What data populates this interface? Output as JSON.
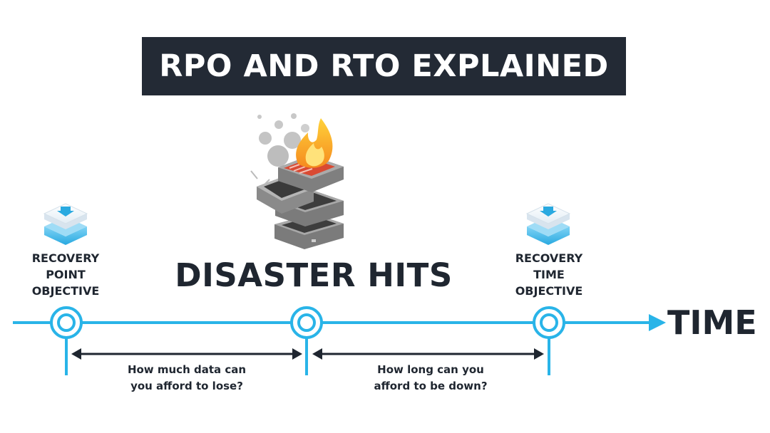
{
  "title": "RPO AND RTO EXPLAINED",
  "event_label": "DISASTER HITS",
  "axis_label": "TIME",
  "rpo": {
    "lines": [
      "RECOVERY",
      "POINT",
      "OBJECTIVE"
    ]
  },
  "rto": {
    "lines": [
      "RECOVERY",
      "TIME",
      "OBJECTIVE"
    ]
  },
  "questions": {
    "data_loss": [
      "How much data can",
      "you afford to lose?"
    ],
    "downtime": [
      "How long can you",
      "afford to be down?"
    ]
  },
  "colors": {
    "timeline": "#29b4e8",
    "title_bg": "#232a35",
    "text": "#1f2630"
  },
  "icons": [
    "backup-cube-icon",
    "burning-server-stack-icon",
    "timeline-node-icon",
    "arrow-right-icon"
  ]
}
